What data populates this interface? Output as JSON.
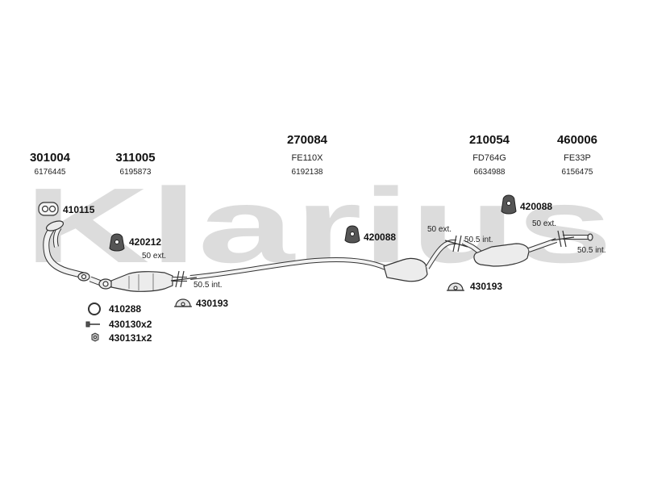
{
  "watermark": "Klarius",
  "parts": [
    {
      "number": "301004",
      "code": "",
      "oem": "6176445"
    },
    {
      "number": "311005",
      "code": "",
      "oem": "6195873"
    },
    {
      "number": "270084",
      "code": "FE110X",
      "oem": "6192138"
    },
    {
      "number": "210054",
      "code": "FD764G",
      "oem": "6634988"
    },
    {
      "number": "460006",
      "code": "FE33P",
      "oem": "6156475"
    }
  ],
  "fittings": {
    "f410115": "410115",
    "f420212": "420212",
    "f430193_a": "430193",
    "f420088_a": "420088",
    "f420088_b": "420088",
    "f430193_b": "430193",
    "f410288": "410288",
    "f430130": "430130x2",
    "f430131": "430131x2"
  },
  "annotations": {
    "a1_ext": "50 ext.",
    "a1_int": "50.5 int.",
    "a2_ext": "50 ext.",
    "a2_int": "50.5 int.",
    "a3_ext": "50 ext.",
    "a3_int": "50.5 int."
  },
  "colors": {
    "line": "#333333",
    "fill": "#ececec",
    "watermark": "#dcdcdc"
  }
}
